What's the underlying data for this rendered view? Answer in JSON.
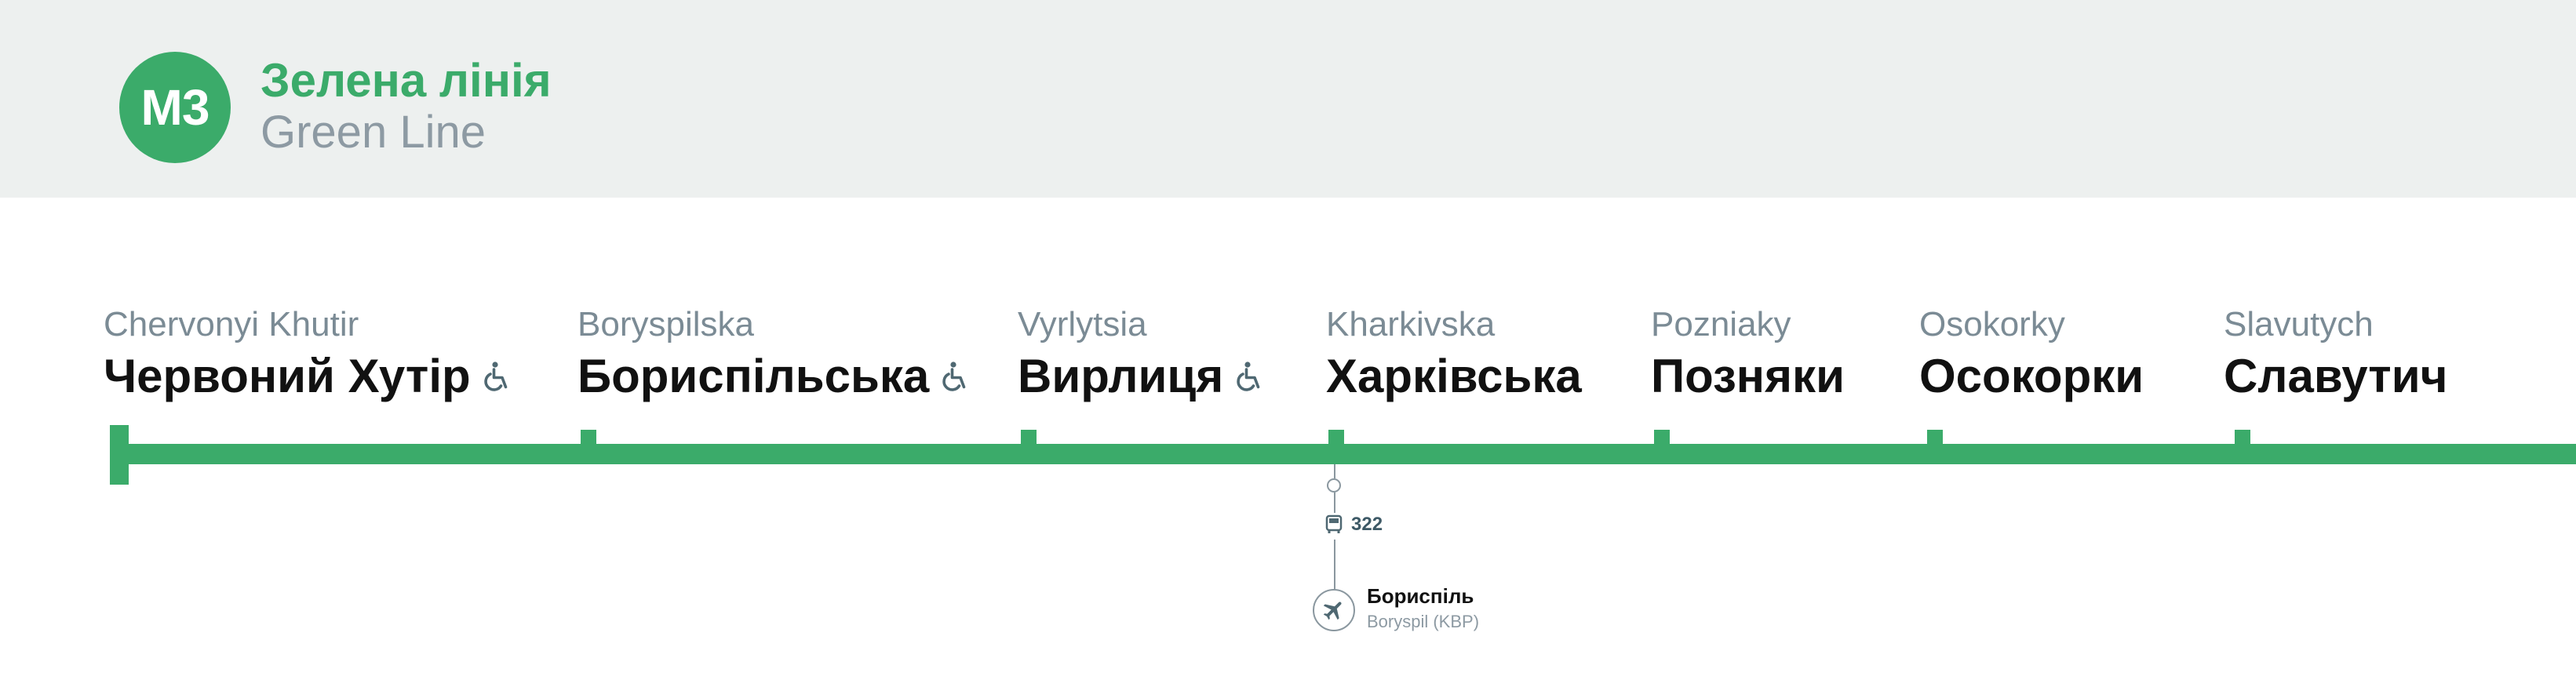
{
  "colors": {
    "line": "#3bab6a",
    "header_bg": "#edf0ef",
    "muted_text": "#7b8b95"
  },
  "header": {
    "badge": "M3",
    "title_ua": "Зелена лінія",
    "title_en": "Green Line"
  },
  "stations": [
    {
      "latin": "Chervonyi Khutir",
      "cyr": "Червоний Хутір",
      "accessible": true
    },
    {
      "latin": "Boryspilska",
      "cyr": "Бориспільська",
      "accessible": true
    },
    {
      "latin": "Vyrlytsia",
      "cyr": "Вирлиця",
      "accessible": true
    },
    {
      "latin": "Kharkivska",
      "cyr": "Харківська",
      "accessible": false
    },
    {
      "latin": "Pozniaky",
      "cyr": "Позняки",
      "accessible": false
    },
    {
      "latin": "Osokorky",
      "cyr": "Осокорки",
      "accessible": false
    },
    {
      "latin": "Slavutych",
      "cyr": "Славутич",
      "accessible": false
    }
  ],
  "transfer": {
    "bus_icon": "bus-icon",
    "bus_route": "322",
    "airport_icon": "airplane-icon",
    "airport_ua": "Бориспіль",
    "airport_en": "Boryspil (KBP)"
  },
  "icons": {
    "accessibility": "wheelchair-icon"
  }
}
